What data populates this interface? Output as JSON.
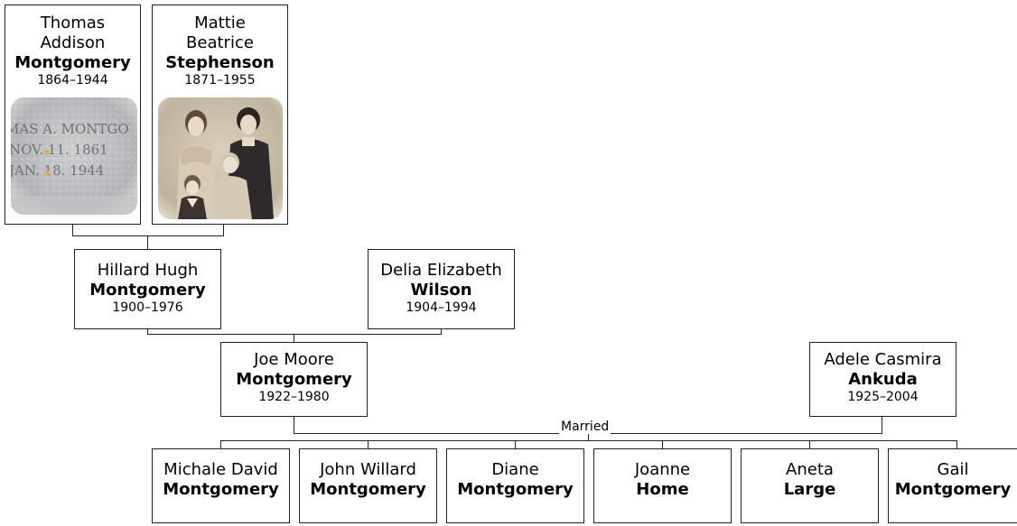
{
  "people": {
    "thomas": {
      "given1": "Thomas",
      "given2": "Addison",
      "surname": "Montgomery",
      "years": "1864–1944"
    },
    "mattie": {
      "given1": "Mattie",
      "given2": "Beatrice",
      "surname": "Stephenson",
      "years": "1871–1955"
    },
    "hillard": {
      "given": "Hillard Hugh",
      "surname": "Montgomery",
      "years": "1900–1976"
    },
    "delia": {
      "given": "Delia Elizabeth",
      "surname": "Wilson",
      "years": "1904–1994"
    },
    "joe": {
      "given": "Joe Moore",
      "surname": "Montgomery",
      "years": "1922–1980"
    },
    "adele": {
      "given": "Adele Casmira",
      "surname": "Ankuda",
      "years": "1925–2004"
    }
  },
  "children": [
    {
      "given": "Michale David",
      "surname": "Montgomery"
    },
    {
      "given": "John Willard",
      "surname": "Montgomery"
    },
    {
      "given": "Diane",
      "surname": "Montgomery"
    },
    {
      "given": "Joanne",
      "surname": "Home"
    },
    {
      "given": "Aneta",
      "surname": "Large"
    },
    {
      "given": "Gail",
      "surname": "Montgomery"
    }
  ],
  "union_label": "Married",
  "photos": {
    "thomas": {
      "description": "gravestone"
    },
    "mattie": {
      "description": "family-photo"
    }
  }
}
